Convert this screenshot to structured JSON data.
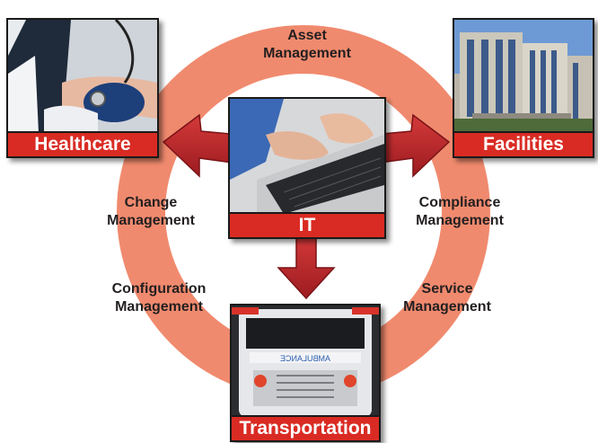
{
  "diagram": {
    "center": {
      "label": "IT",
      "image": "person-typing-on-laptop"
    },
    "nodes": {
      "healthcare": {
        "label": "Healthcare",
        "image": "blood-pressure-check"
      },
      "facilities": {
        "label": "Facilities",
        "image": "hospital-building"
      },
      "transportation": {
        "label": "Transportation",
        "image": "ambulance-front"
      }
    },
    "ring_labels": {
      "asset": [
        "Asset",
        "Management"
      ],
      "change": [
        "Change",
        "Management"
      ],
      "compliance": [
        "Compliance",
        "Management"
      ],
      "configuration": [
        "Configuration",
        "Management"
      ],
      "service": [
        "Service",
        "Management"
      ]
    },
    "ambulance_text": "AMBULANCE",
    "colors": {
      "ring": "#f08a6e",
      "caption": "#d92b23",
      "arrow": "#b5232a",
      "arrow_edge": "#7a1317",
      "label_text": "#231f20"
    }
  }
}
